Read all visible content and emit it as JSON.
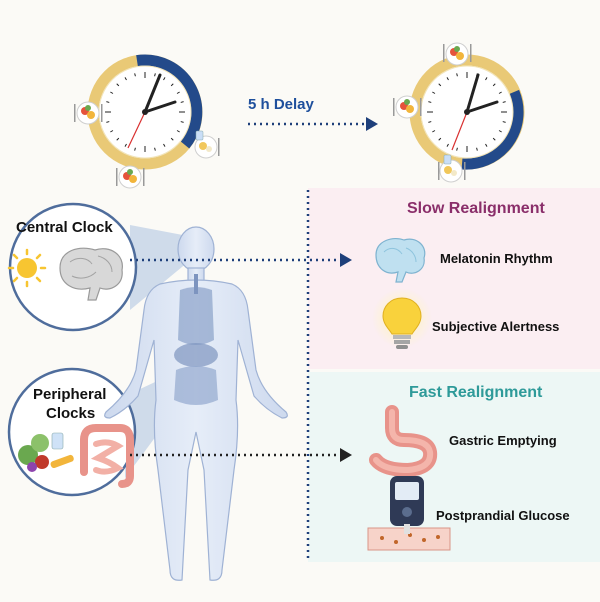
{
  "delay_label": "5 h Delay",
  "central_clock": {
    "label": "Central Clock"
  },
  "peripheral_clocks": {
    "label_line1": "Peripheral",
    "label_line2": "Clocks"
  },
  "slow_realignment": {
    "title": "Slow Realignment",
    "items": [
      "Melatonin Rhythm",
      "Subjective Alertness"
    ]
  },
  "fast_realignment": {
    "title": "Fast Realignment",
    "items": [
      "Gastric Emptying",
      "Postprandial Glucose"
    ]
  },
  "colors": {
    "slow_panel": "#fbeef2",
    "fast_panel": "#edf7f5",
    "clock_ring": "#e9c976",
    "clock_arc": "#234a8a",
    "slow_title": "#8a2e6a",
    "fast_title": "#2e9a99",
    "delay_text": "#1e4f9c",
    "arrow_blue": "#1e3f7a"
  },
  "icons": [
    "brain-icon",
    "sun-icon",
    "lightbulb-icon",
    "stomach-icon",
    "glucose-meter-icon",
    "intestine-icon",
    "food-icon",
    "meal-plate-icon"
  ]
}
